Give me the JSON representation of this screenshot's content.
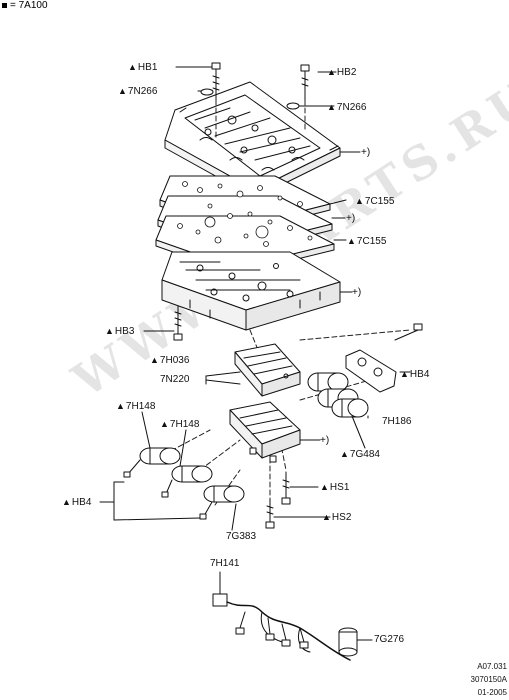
{
  "legend": {
    "marker_icon": "filled-square-icon",
    "text": "= 7A100"
  },
  "watermark": "WWW.EPARTS.RU",
  "callouts": [
    {
      "id": "hb1",
      "tri": true,
      "text": "HB1"
    },
    {
      "id": "hb2",
      "tri": true,
      "text": "HB2"
    },
    {
      "id": "7n266-left",
      "tri": true,
      "text": "7N266"
    },
    {
      "id": "7n266-right",
      "tri": true,
      "text": "7N266"
    },
    {
      "id": "7c155-top",
      "tri": true,
      "text": "7C155"
    },
    {
      "id": "7c155-bottom",
      "tri": true,
      "text": "7C155"
    },
    {
      "id": "hb3",
      "tri": true,
      "text": "HB3"
    },
    {
      "id": "7h036",
      "tri": true,
      "text": "7H036"
    },
    {
      "id": "7n220",
      "tri": false,
      "text": "7N220"
    },
    {
      "id": "hb4-right",
      "tri": true,
      "text": "HB4"
    },
    {
      "id": "7h148-left",
      "tri": true,
      "text": "7H148"
    },
    {
      "id": "7h148-right",
      "tri": true,
      "text": "7H148"
    },
    {
      "id": "7h186",
      "tri": false,
      "text": "7H186"
    },
    {
      "id": "7g484",
      "tri": true,
      "text": "7G484"
    },
    {
      "id": "hs1",
      "tri": true,
      "text": "HS1"
    },
    {
      "id": "hb4-left",
      "tri": true,
      "text": "HB4"
    },
    {
      "id": "hs2",
      "tri": true,
      "text": "HS2"
    },
    {
      "id": "7g383",
      "tri": false,
      "text": "7G383"
    },
    {
      "id": "7h141",
      "tri": false,
      "text": "7H141"
    },
    {
      "id": "7g276",
      "tri": false,
      "text": "7G276"
    }
  ],
  "triangle_glyph": "▲",
  "footer": {
    "line1": "A07.031",
    "line2": "3070150A",
    "line3": "01-2005"
  }
}
